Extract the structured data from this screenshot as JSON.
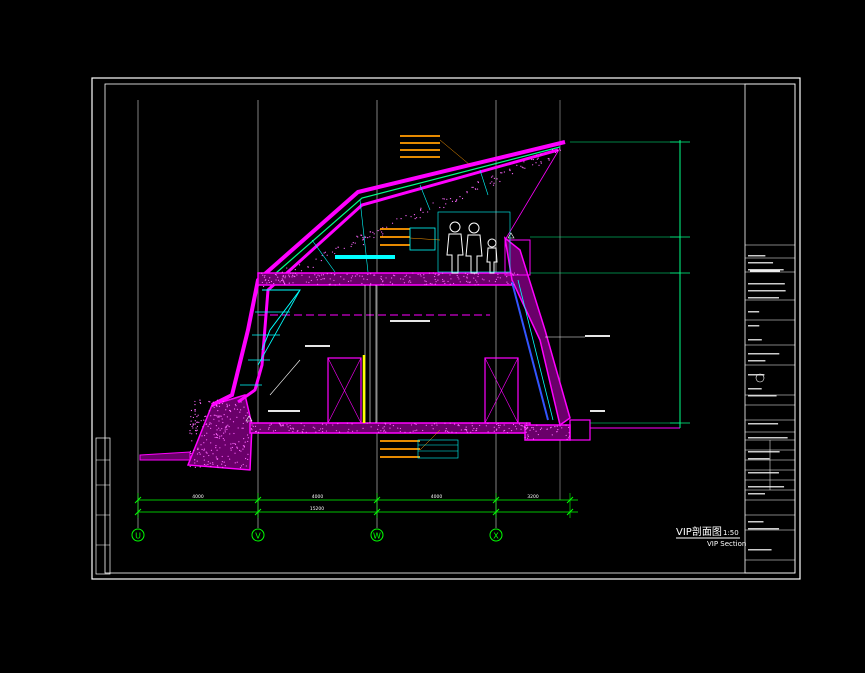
{
  "drawing": {
    "title_cn": "VIP剖面图",
    "title_en": "VIP Section",
    "scale": "1:50"
  },
  "grid_axes": [
    {
      "id": "U"
    },
    {
      "id": "V"
    },
    {
      "id": "W"
    },
    {
      "id": "X"
    }
  ],
  "dimensions": {
    "segments": [
      "4000",
      "4000",
      "4000",
      "3200"
    ],
    "overall": "15200"
  },
  "colors": {
    "background": "#000000",
    "border": "#ffffff",
    "structure": "#ff00ff",
    "grid": "#ffffff",
    "dimension": "#00ff00",
    "glazing": "#00ffff",
    "annotation": "#ff9900",
    "label": "#00ffff",
    "marker": "#ffff00",
    "steel": "#3355ff"
  },
  "icons": [
    "figure-adult-icon",
    "figure-child-icon",
    "level-marker-icon",
    "axis-bubble-icon"
  ]
}
